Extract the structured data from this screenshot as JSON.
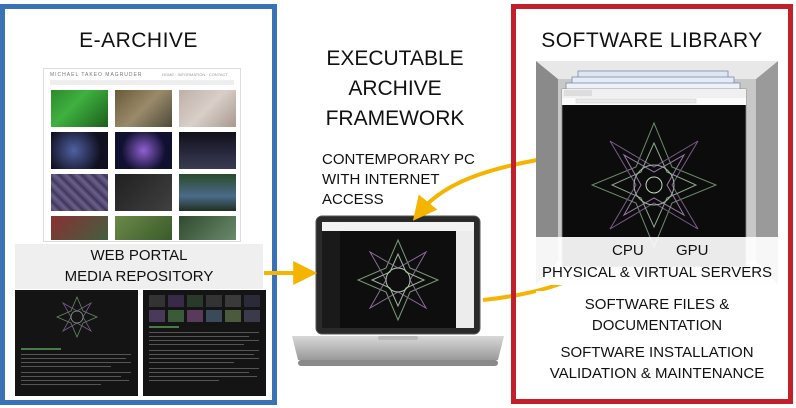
{
  "earchive": {
    "title": "E-ARCHIVE",
    "site_header": "MICHAEL TAKEO MAGRUDER",
    "site_nav": "HOME · INFORMATION · CONTACT",
    "portal_label_1": "WEB PORTAL",
    "portal_label_2": "MEDIA REPOSITORY"
  },
  "center": {
    "title_1": "EXECUTABLE ARCHIVE",
    "title_2": "FRAMEWORK",
    "pc_label_1": "CONTEMPORARY PC",
    "pc_label_2": "WITH INTERNET",
    "pc_label_3": "ACCESS"
  },
  "swlib": {
    "title": "SOFTWARE LIBRARY",
    "cpu": "CPU",
    "gpu": "GPU",
    "servers": "PHYSICAL & VIRTUAL SERVERS",
    "files_1": "SOFTWARE FILES &",
    "files_2": "DOCUMENTATION",
    "install_1": "SOFTWARE INSTALLATION",
    "install_2": "VALIDATION & MAINTENANCE"
  },
  "colors": {
    "archive_border": "#3a73b5",
    "library_border": "#c21f2a",
    "arrow": "#f5b400"
  }
}
